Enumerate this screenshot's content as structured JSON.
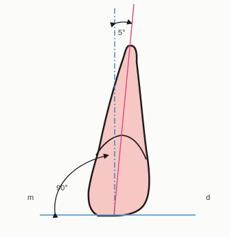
{
  "labels": {
    "angle_top": "5°",
    "angle_bottom": "90°",
    "side_left": "m",
    "side_right": "d"
  },
  "colors": {
    "background": "#fbfbf9",
    "tooth_fill": "#f6c7c3",
    "outline": "#1f1a1a",
    "tooth_axis": "#e0457b",
    "vertical_reference": "#3a7fc9",
    "baseline": "#5b9fd6",
    "text": "#333333"
  }
}
